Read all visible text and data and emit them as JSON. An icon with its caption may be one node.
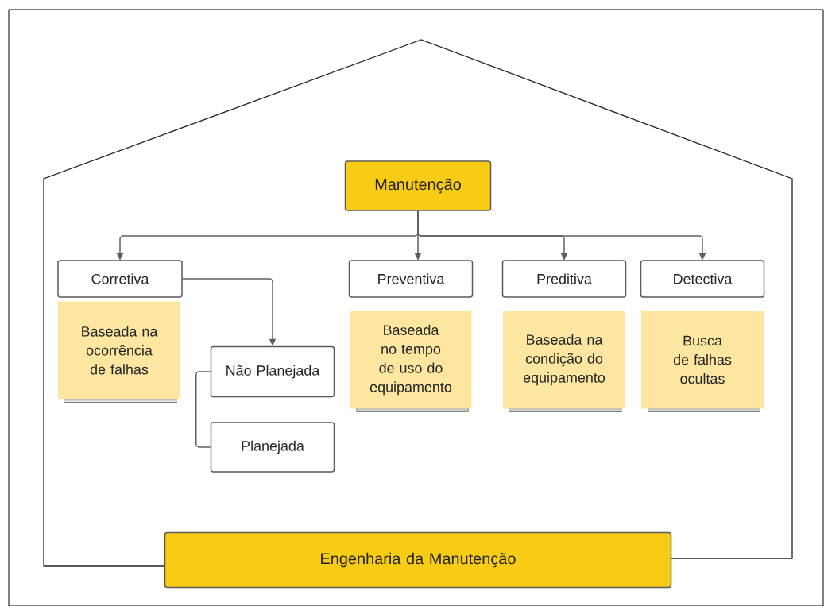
{
  "diagram": {
    "nodes": [
      {
        "text": [
          "Manutenção"
        ]
      },
      {
        "text": [
          "Corretiva"
        ]
      },
      {
        "text": [
          "Preventiva"
        ]
      },
      {
        "text": [
          "Preditiva"
        ]
      },
      {
        "text": [
          "Detectiva"
        ]
      },
      {
        "text": [
          "Baseada na ocorrência de falhas"
        ]
      },
      {
        "text": [
          "Baseada no tempo de uso do equipamento"
        ]
      },
      {
        "text": [
          "Baseada na condição do equipamento"
        ]
      },
      {
        "text": [
          "Busca de falhas ocultas"
        ]
      },
      {
        "text": [
          "Não Planejada"
        ]
      },
      {
        "text": [
          "Planejada"
        ]
      },
      {
        "text": [
          "Engenharia da Manutenção"
        ]
      }
    ],
    "edges": [
      {
        "from": 0,
        "to": 1,
        "arrow": "to"
      },
      {
        "from": 0,
        "to": 2,
        "arrow": "to"
      },
      {
        "from": 0,
        "to": 3,
        "arrow": "to"
      },
      {
        "from": 0,
        "to": 4,
        "arrow": "to"
      },
      {
        "from": 1,
        "to": 9,
        "arrow": "to"
      },
      {
        "from": 9,
        "to": 10,
        "arrow": "none"
      }
    ]
  }
}
